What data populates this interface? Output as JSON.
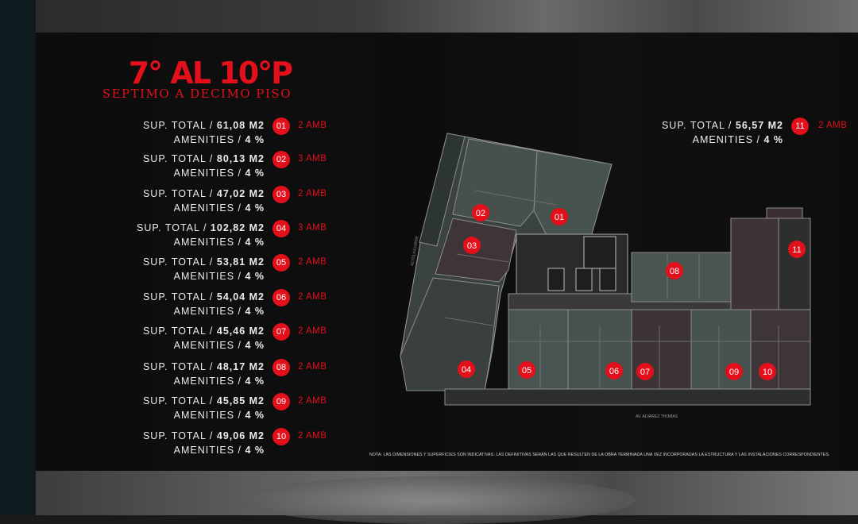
{
  "header": {
    "title": "7° AL 10°P",
    "subtitle": "SEPTIMO A DECIMO PISO"
  },
  "colors": {
    "accent": "#e3101b",
    "text": "#ececec",
    "panel": "#0a0a0a"
  },
  "units": [
    {
      "number": "01",
      "sup_prefix": "SUP. TOTAL / ",
      "sup_value": "61,08 M2",
      "amenities_prefix": "AMENITIES / ",
      "amenities_value": "4 %",
      "amb": "2 AMB"
    },
    {
      "number": "02",
      "sup_prefix": "SUP. TOTAL / ",
      "sup_value": "80,13 M2",
      "amenities_prefix": "AMENITIES / ",
      "amenities_value": "4 %",
      "amb": "3 AMB"
    },
    {
      "number": "03",
      "sup_prefix": "SUP. TOTAL / ",
      "sup_value": "47,02 M2",
      "amenities_prefix": "AMENITIES / ",
      "amenities_value": "4 %",
      "amb": "2 AMB"
    },
    {
      "number": "04",
      "sup_prefix": "SUP. TOTAL / ",
      "sup_value": "102,82 M2",
      "amenities_prefix": "AMENITIES / ",
      "amenities_value": "4 %",
      "amb": "3 AMB"
    },
    {
      "number": "05",
      "sup_prefix": "SUP. TOTAL / ",
      "sup_value": "53,81 M2",
      "amenities_prefix": "AMENITIES / ",
      "amenities_value": "4 %",
      "amb": "2 AMB"
    },
    {
      "number": "06",
      "sup_prefix": "SUP. TOTAL / ",
      "sup_value": "54,04 M2",
      "amenities_prefix": "AMENITIES / ",
      "amenities_value": "4 %",
      "amb": "2 AMB"
    },
    {
      "number": "07",
      "sup_prefix": "SUP. TOTAL / ",
      "sup_value": "45,46 M2",
      "amenities_prefix": "AMENITIES / ",
      "amenities_value": "4 %",
      "amb": "2 AMB"
    },
    {
      "number": "08",
      "sup_prefix": "SUP. TOTAL / ",
      "sup_value": "48,17 M2",
      "amenities_prefix": "AMENITIES / ",
      "amenities_value": "4 %",
      "amb": "2 AMB"
    },
    {
      "number": "09",
      "sup_prefix": "SUP. TOTAL / ",
      "sup_value": "45,85 M2",
      "amenities_prefix": "AMENITIES / ",
      "amenities_value": "4 %",
      "amb": "2 AMB"
    },
    {
      "number": "10",
      "sup_prefix": "SUP. TOTAL / ",
      "sup_value": "49,06 M2",
      "amenities_prefix": "AMENITIES / ",
      "amenities_value": "4 %",
      "amb": "2 AMB"
    },
    {
      "number": "11",
      "sup_prefix": "SUP. TOTAL / ",
      "sup_value": "56,57 M2",
      "amenities_prefix": "AMENITIES / ",
      "amenities_value": "4 %",
      "amb": "2 AMB"
    }
  ],
  "plan": {
    "street_label": "AV. ALVAREZ THOMAS",
    "side_label": "ALTOLAGUIRRE"
  },
  "note": "NOTA: LAS DIMENSIONES Y SUPERFICIES SON INDICATIVAS. LAS DEFINITIVAS SERÁN LAS QUE RESULTEN DE LA OBRA TERMINADA UNA VEZ INCORPORADAS LA ESTRUCTURA Y LAS INSTALACIONES CORRESPONDIENTES."
}
